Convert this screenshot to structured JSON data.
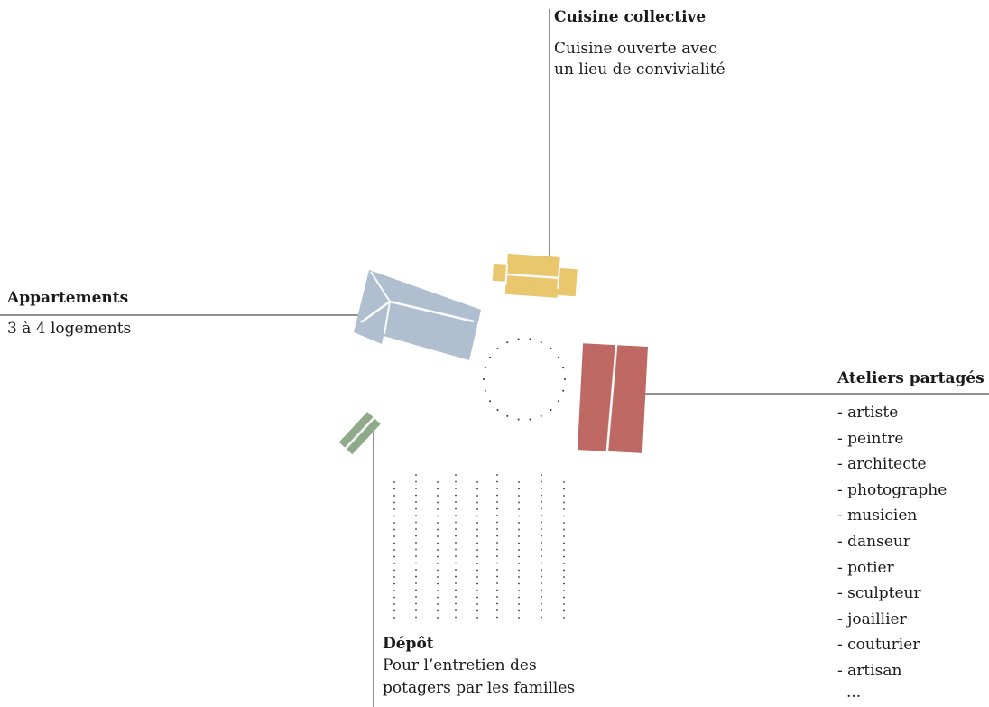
{
  "colors": {
    "cuisine": "#edc862",
    "appartements": "#aec0d2",
    "ateliers": "#bf5c55",
    "depot": "#8aa883",
    "line": "#222222",
    "dots": "#333333"
  },
  "cuisine": {
    "title": "Cuisine collective",
    "lines": [
      "Cuisine ouverte avec",
      "un lieu de convivialité"
    ]
  },
  "appartements": {
    "title": "Appartements",
    "lines": [
      "3 à 4 logements"
    ]
  },
  "ateliers": {
    "title": "Ateliers partagés",
    "items": [
      "- artiste",
      "- peintre",
      "- architecte",
      "- photographe",
      "- musicien",
      "- danseur",
      "- potier",
      "- sculpteur",
      "- joaillier",
      "- couturier",
      "- artisan",
      "..."
    ]
  },
  "depot": {
    "title": "Dépôt",
    "lines": [
      "Pour l’entretien des",
      "potagers par les familles"
    ]
  }
}
